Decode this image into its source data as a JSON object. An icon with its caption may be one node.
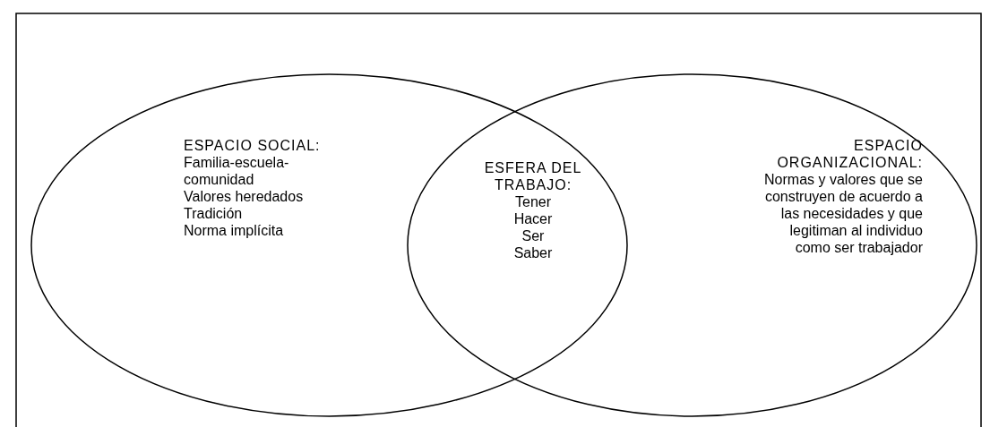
{
  "diagram": {
    "nodes": [
      {
        "text": [
          "ESPACIO SOCIAL:",
          "Familia-escuela-comunidad",
          "Valores heredados",
          "Tradición",
          "Norma implícita"
        ]
      },
      {
        "text": [
          "ESPACIO ORGANIZACIONAL:",
          "Normas y valores que se construyen de acuerdo a las necesidades y que legitiman al individuo como ser trabajador"
        ]
      }
    ],
    "labels": [
      "ESFERA DEL TRABAJO:",
      "Tener",
      "Hacer",
      "Ser",
      "Saber"
    ]
  }
}
